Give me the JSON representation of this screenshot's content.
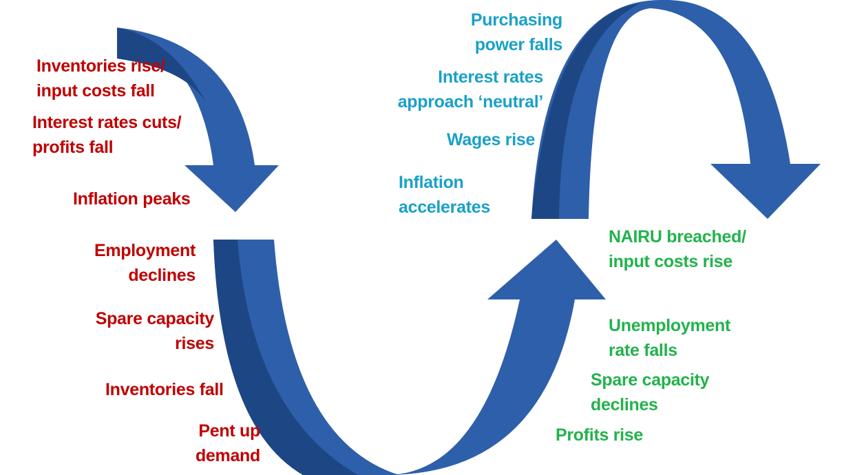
{
  "colors": {
    "declining_phase": "#c00000",
    "late_expansion": "#1aa0c8",
    "early_expansion": "#22b24c",
    "arrow_fill": "#2e5faa",
    "arrow_shadow": "#1d4784"
  },
  "labels": {
    "inventories_rise": [
      "Inventories rise/",
      "input costs fall"
    ],
    "interest_rate_cuts": [
      "Interest rates cuts/",
      "profits fall"
    ],
    "inflation_peaks": [
      "Inflation peaks"
    ],
    "employment_declines": [
      "Employment",
      "declines"
    ],
    "spare_capacity_rises": [
      "Spare capacity",
      "rises"
    ],
    "inventories_fall": [
      "Inventories fall"
    ],
    "pent_up_demand": [
      "Pent up",
      "demand"
    ],
    "purchasing_power_falls": [
      "Purchasing",
      "power falls"
    ],
    "interest_rates_neutral": [
      "Interest rates",
      "approach ‘neutral’"
    ],
    "wages_rise": [
      "Wages rise"
    ],
    "inflation_accelerates": [
      "Inflation",
      "accelerates"
    ],
    "nairu_breached": [
      "NAIRU breached/",
      "input costs rise"
    ],
    "unemployment_falls": [
      "Unemployment",
      "rate falls"
    ],
    "spare_capacity_declines": [
      "Spare capacity",
      "declines"
    ],
    "profits_rise": [
      "Profits rise"
    ]
  }
}
